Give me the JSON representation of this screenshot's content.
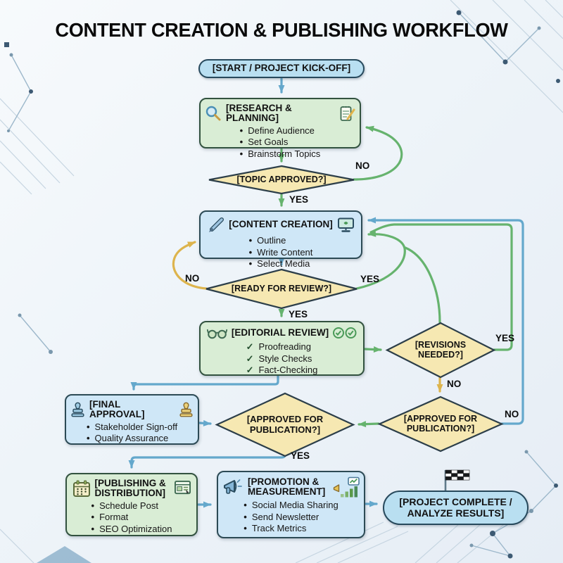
{
  "title": "CONTENT CREATION & PUBLISHING WORKFLOW",
  "nodes": {
    "start": {
      "label": "[START / PROJECT KICK-OFF]"
    },
    "research": {
      "title": "[RESEARCH & PLANNING]",
      "icon_left": "magnifier-icon",
      "icon_right": "notepad-pencil-icon",
      "items": [
        "Define Audience",
        "Set Goals",
        "Brainstorm Topics"
      ]
    },
    "topic": {
      "label": "[TOPIC APPROVED?]"
    },
    "content": {
      "title": "[CONTENT CREATION]",
      "icon_left": "pen-icon",
      "icon_right": "monitor-icon",
      "items": [
        "Outline",
        "Write Content",
        "Select Media"
      ]
    },
    "ready": {
      "label": "[READY FOR REVIEW?]"
    },
    "editorial": {
      "title": "[EDITORIAL REVIEW]",
      "icon_left": "glasses-icon",
      "icon_right": "double-check-icon",
      "items": [
        "Proofreading",
        "Style Checks",
        "Fact-Checking"
      ]
    },
    "revisions": {
      "label": "[REVISIONS NEEDED?]"
    },
    "approved_right": {
      "label": "[APPROVED FOR PUBLICATION?]"
    },
    "approved_mid": {
      "label": "[APPROVED FOR PUBLICATION?]"
    },
    "final": {
      "title": "[FINAL APPROVAL]",
      "icon_left": "stamp-blue-icon",
      "icon_right": "stamp-yellow-icon",
      "items": [
        "Stakeholder Sign-off",
        "Quality Assurance"
      ]
    },
    "publishing": {
      "title": "[PUBLISHING & DISTRIBUTION]",
      "icon_left": "calendar-icon",
      "icon_right": "webpage-icon",
      "items": [
        "Schedule Post",
        "Format",
        "SEO Optimization"
      ]
    },
    "promotion": {
      "title": "[PROMOTION & MEASUREMENT]",
      "icon_left": "megaphone-icon",
      "icon_right": "analytics-cluster-icon",
      "items": [
        "Social Media Sharing",
        "Send Newsletter",
        "Track Metrics"
      ]
    },
    "complete": {
      "label": "[PROJECT COMPLETE / ANALYZE RESULTS]",
      "icon_top": "checkered-flag-icon"
    }
  },
  "edges": {
    "topic_no": "NO",
    "topic_yes": "YES",
    "ready_no": "NO",
    "ready_yes_right": "YES",
    "ready_yes_down": "YES",
    "revisions_yes": "YES",
    "revisions_no": "NO",
    "approved_right_no": "NO",
    "approved_mid_yes": "YES"
  },
  "colors": {
    "arrow_blue": "#64a8cc",
    "arrow_green": "#66b36e",
    "arrow_yellow": "#ddb44d",
    "box_green": "#d9edd5",
    "box_blue": "#cfe7f7",
    "diamond_fill": "#f6e8b2",
    "pill_fill": "#b9dff1",
    "border_dark": "#2c4a55"
  }
}
